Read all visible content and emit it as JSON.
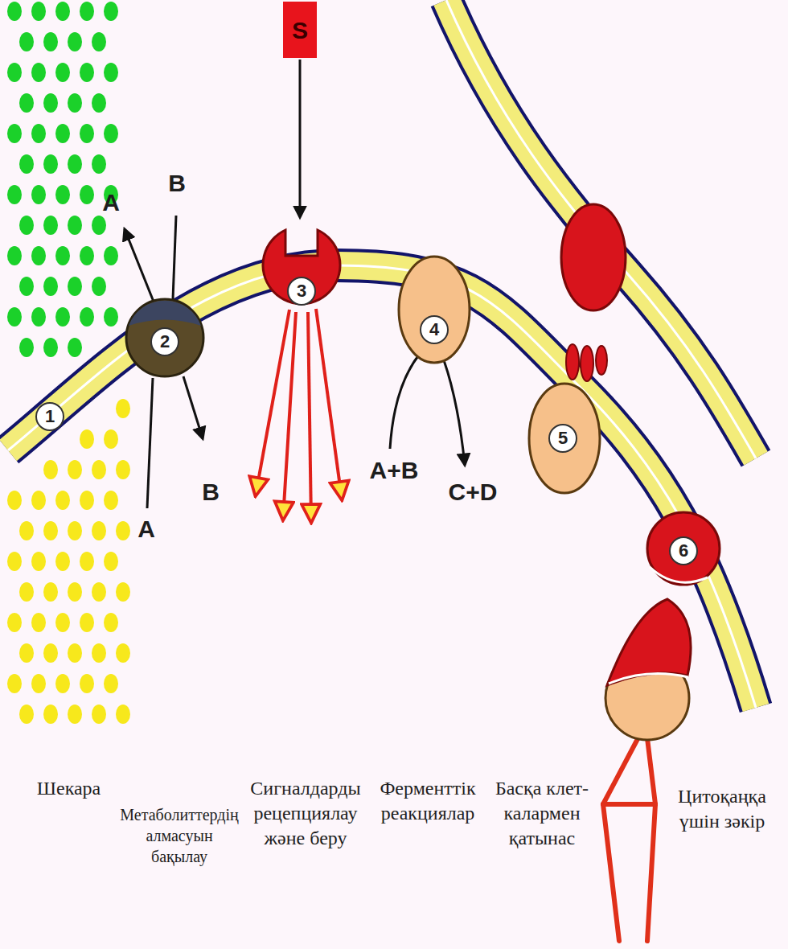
{
  "diagram": {
    "labels": [
      "S",
      "A",
      "B",
      "3",
      "2",
      "4",
      "1",
      "5",
      "A+B",
      "C+D",
      "A",
      "B",
      "6",
      "Шекара",
      "Метаболиттердің алмасуын бақылау",
      "Сигналдарды рецепциялау және беру",
      "Ферменттік реакциялар",
      "Басқа клет-калармен қатынас",
      "Цитоқаңқа үшін зәкір"
    ]
  }
}
